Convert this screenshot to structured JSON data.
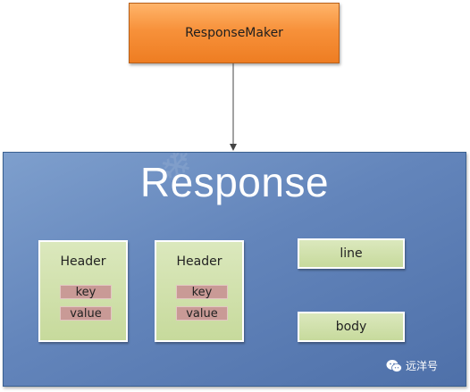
{
  "diagram": {
    "maker": {
      "label": "ResponseMaker"
    },
    "response": {
      "title": "Response",
      "headers": [
        {
          "label": "Header",
          "key": "key",
          "value": "value"
        },
        {
          "label": "Header",
          "key": "key",
          "value": "value"
        }
      ],
      "line": "line",
      "body": "body"
    }
  },
  "watermark": {
    "brand_name": "远洋号",
    "icon": "wechat-icon"
  },
  "colors": {
    "maker_fill": "#f7913a",
    "response_fill": "#6385bb",
    "box_fill": "#c7da9c",
    "kv_fill": "#c99a96"
  }
}
